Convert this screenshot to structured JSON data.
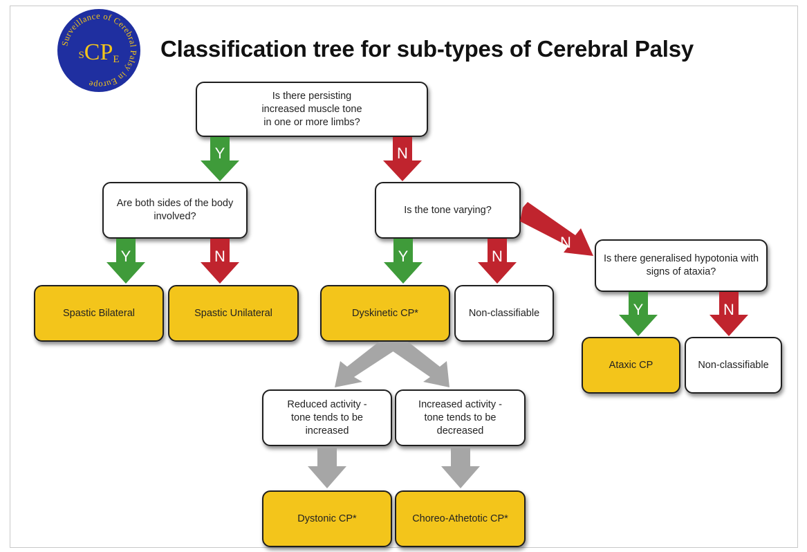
{
  "title": "Classification tree for sub-types of Cerebral Palsy",
  "logo": {
    "outer_text": "Surveillance of Cerebral Palsy in Europe",
    "center_text": "SCPE"
  },
  "nodes": {
    "q_tone": "Is there persisting increased muscle tone in one or more limbs?",
    "q_both_sides": "Are both sides of the body involved?",
    "q_varying": "Is the tone varying?",
    "q_hypotonia": "Is there generalised hypotonia with signs of ataxia?",
    "spastic_bilateral": "Spastic Bilateral",
    "spastic_unilateral": "Spastic Unilateral",
    "dyskinetic": "Dyskinetic CP*",
    "nonclass_1": "Non-classifiable",
    "ataxic": "Ataxic CP",
    "nonclass_2": "Non-classifiable",
    "reduced_activity": "Reduced activity - tone tends to be increased",
    "increased_activity": "Increased activity - tone tends to be decreased",
    "dystonic": "Dystonic CP*",
    "choreo": "Choreo-Athetotic CP*"
  },
  "labels": {
    "yes": "Y",
    "no": "N"
  },
  "colors": {
    "yes_arrow": "#3f9b3a",
    "no_arrow": "#c0242e",
    "gray_arrow": "#a6a6a6",
    "leaf_fill": "#f3c51b",
    "logo_blue": "#1f2fa0",
    "logo_yellow": "#f3c51b"
  }
}
